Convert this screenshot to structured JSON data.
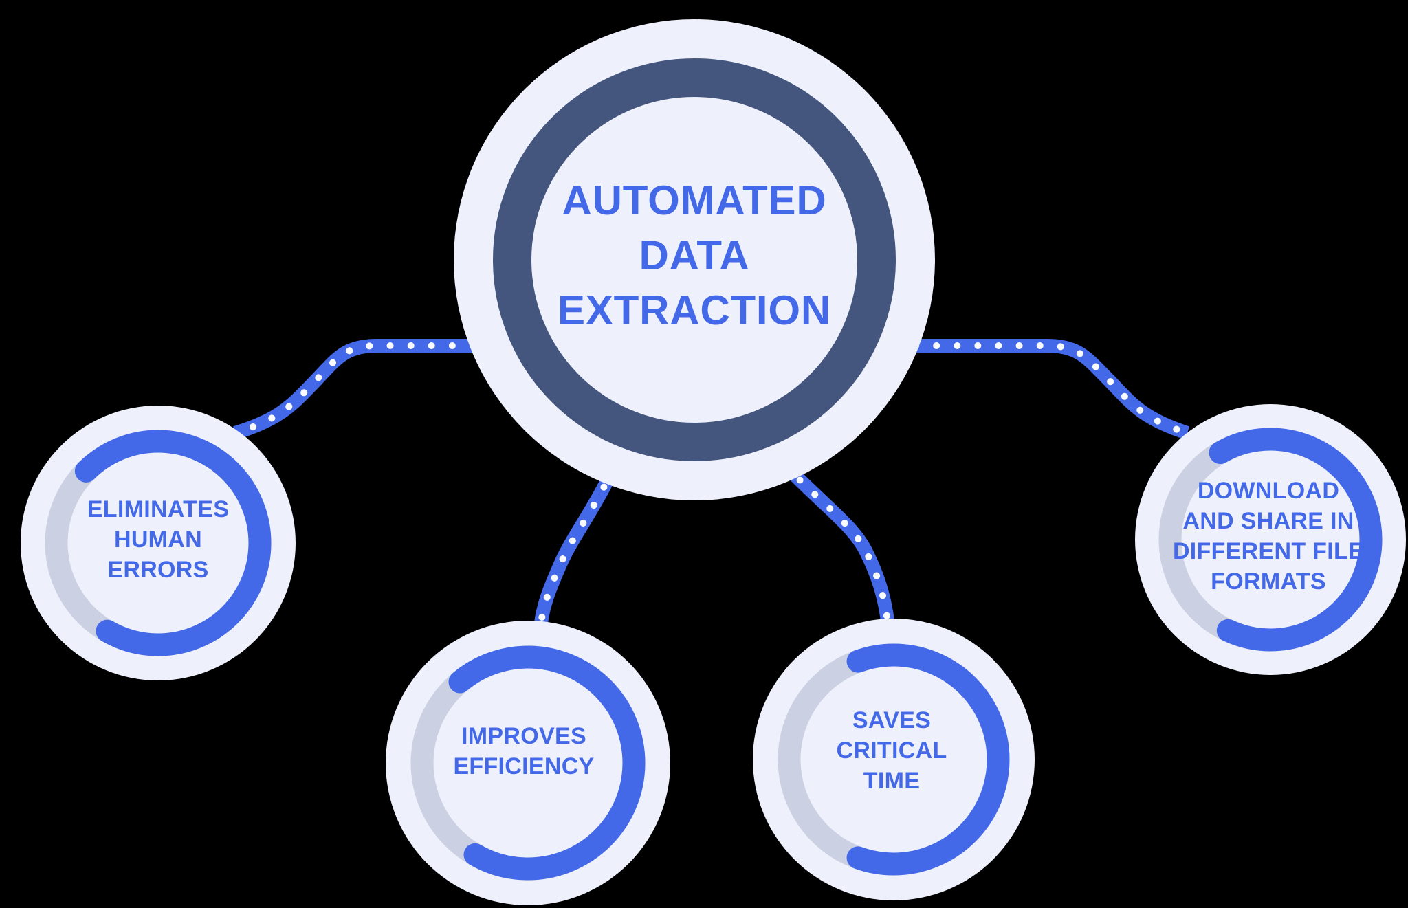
{
  "title": "Automated Data Extraction benefits diagram",
  "colors": {
    "background": "#000000",
    "circle-fill": "#EEF0FB",
    "navy-ring": "#44567E",
    "accent-blue": "#4369E9",
    "track-gray": "#CBD0E2",
    "dot-white": "#FAFBFE"
  },
  "center_node": {
    "label": "AUTOMATED\nDATA\nEXTRACTION"
  },
  "nodes": {
    "eliminates": {
      "label": "ELIMINATES\nHUMAN\nERRORS"
    },
    "improves": {
      "label": "IMPROVES\nEFFICIENCY"
    },
    "saves": {
      "label": "SAVES\nCRITICAL\nTIME"
    },
    "download": {
      "label": "DOWNLOAD\nAND SHARE IN\nDIFFERENT FILE\nFORMATS"
    }
  }
}
